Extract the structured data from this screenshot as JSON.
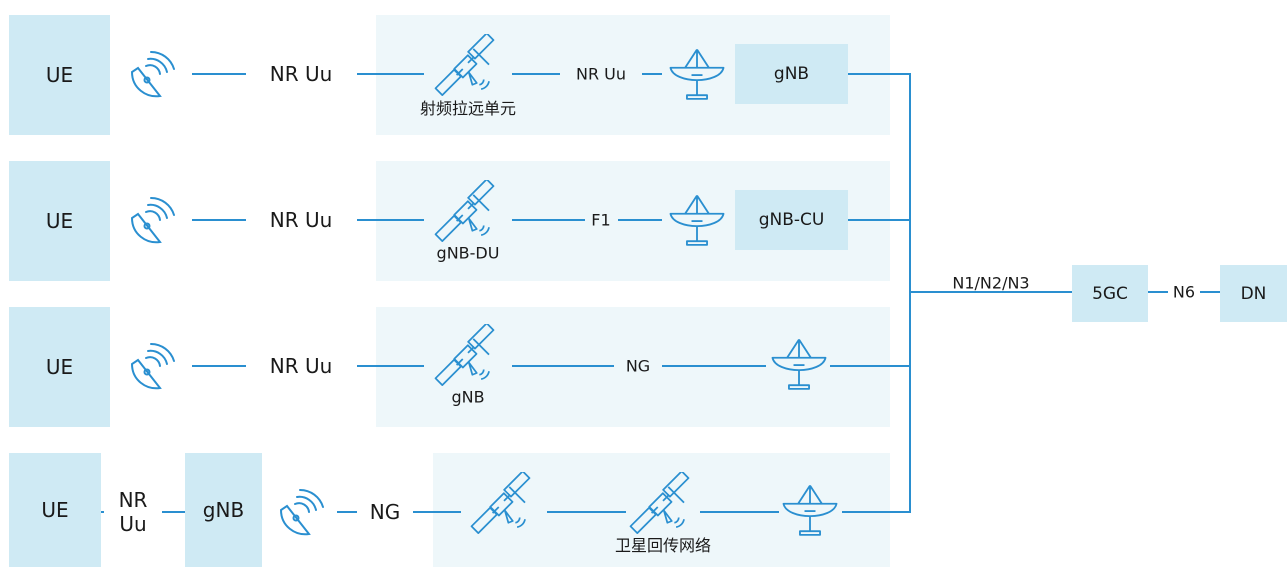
{
  "rows": [
    {
      "ue": "UE",
      "link1": "NR Uu",
      "sat_caption": "射频拉远单元",
      "link2": "NR Uu",
      "node": "gNB"
    },
    {
      "ue": "UE",
      "link1": "NR Uu",
      "sat_caption": "gNB-DU",
      "link2": "F1",
      "node": "gNB-CU"
    },
    {
      "ue": "UE",
      "link1": "NR Uu",
      "sat_caption": "gNB",
      "link2": "NG"
    },
    {
      "ue": "UE",
      "link0": "NR\nUu",
      "gnb": "gNB",
      "link1": "NG",
      "sat_caption": "卫星回传网络"
    }
  ],
  "core": {
    "link_in": "N1/N2/N3",
    "core": "5GC",
    "link_out": "N6",
    "dn": "DN"
  },
  "colors": {
    "box": "#cfeaf4",
    "panel": "#eef7fa",
    "line": "#2a8fd0"
  },
  "icons": {
    "antenna": "antenna-icon",
    "satellite": "satellite-icon",
    "dish": "ground-dish-icon"
  }
}
